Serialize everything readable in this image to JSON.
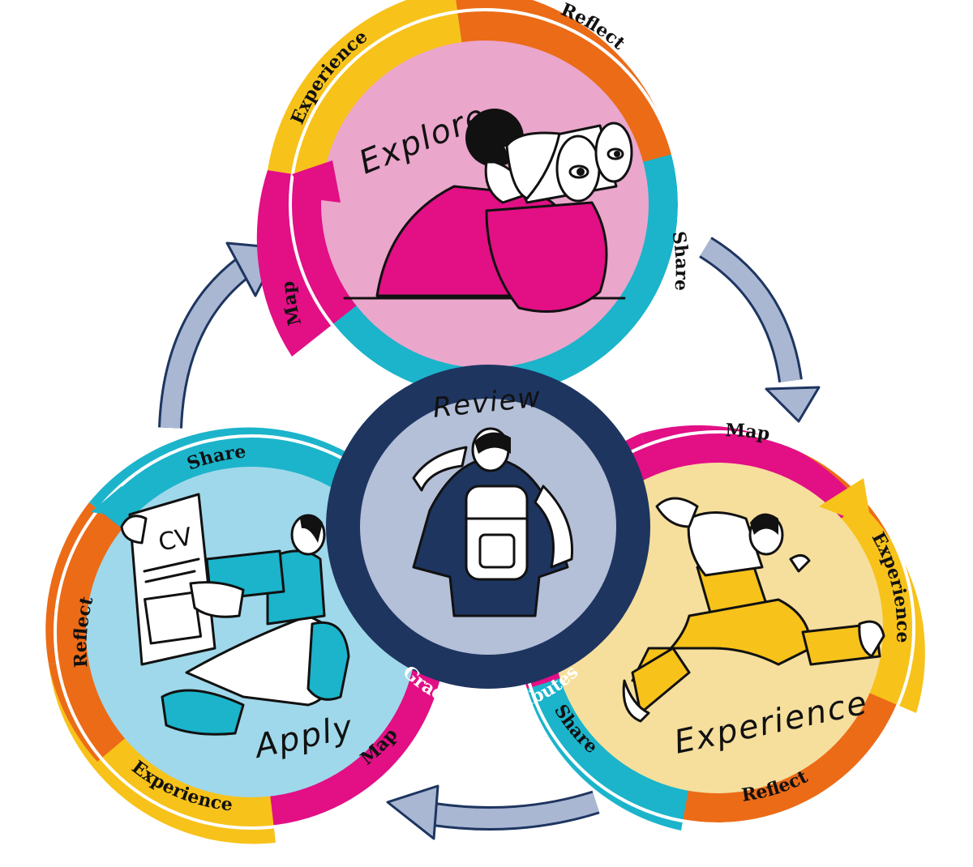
{
  "colors": {
    "pink": "#e20f85",
    "pink_light": "#eaa6cb",
    "orange": "#ec6b17",
    "yellow": "#f7c21a",
    "teal": "#1bb4cb",
    "teal_light": "#9fd8ea",
    "cream": "#f6df9c",
    "navy": "#1e3560",
    "lavender": "#b4bfd8",
    "arrow": "#a9b7d3"
  },
  "cycles": {
    "explore": {
      "title": "Explore",
      "labels": {
        "experience": "Experience",
        "reflect": "Reflect",
        "share": "Share",
        "map": "Map"
      },
      "illustration": "person-with-binoculars-icon"
    },
    "apply": {
      "title": "Apply",
      "cv_label": "CV",
      "labels": {
        "share": "Share",
        "reflect": "Reflect",
        "experience": "Experience",
        "map": "Map"
      },
      "illustration": "person-reading-cv-icon"
    },
    "experience": {
      "title": "Experience",
      "labels": {
        "map": "Map",
        "experience": "Experience",
        "share": "Share",
        "reflect": "Reflect"
      },
      "illustration": "person-running-icon"
    }
  },
  "center": {
    "title": "Review",
    "band": "Graduate attributes",
    "illustration": "person-with-backpack-icon"
  },
  "flow_arrows": [
    "arrow-left-to-top",
    "arrow-top-to-right",
    "arrow-right-to-left"
  ]
}
